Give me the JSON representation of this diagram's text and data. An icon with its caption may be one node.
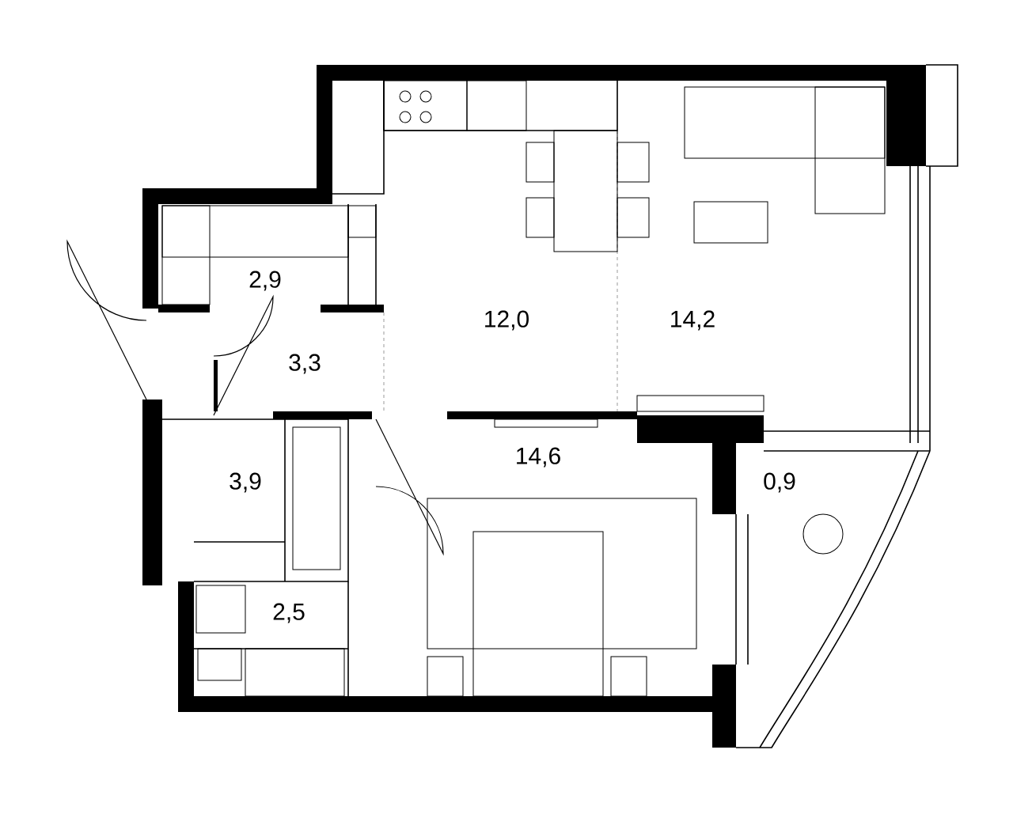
{
  "diagram": {
    "labels": [
      "2,9",
      "12,0",
      "14,2",
      "3,3",
      "14,6",
      "3,9",
      "0,9",
      "2,5"
    ]
  }
}
